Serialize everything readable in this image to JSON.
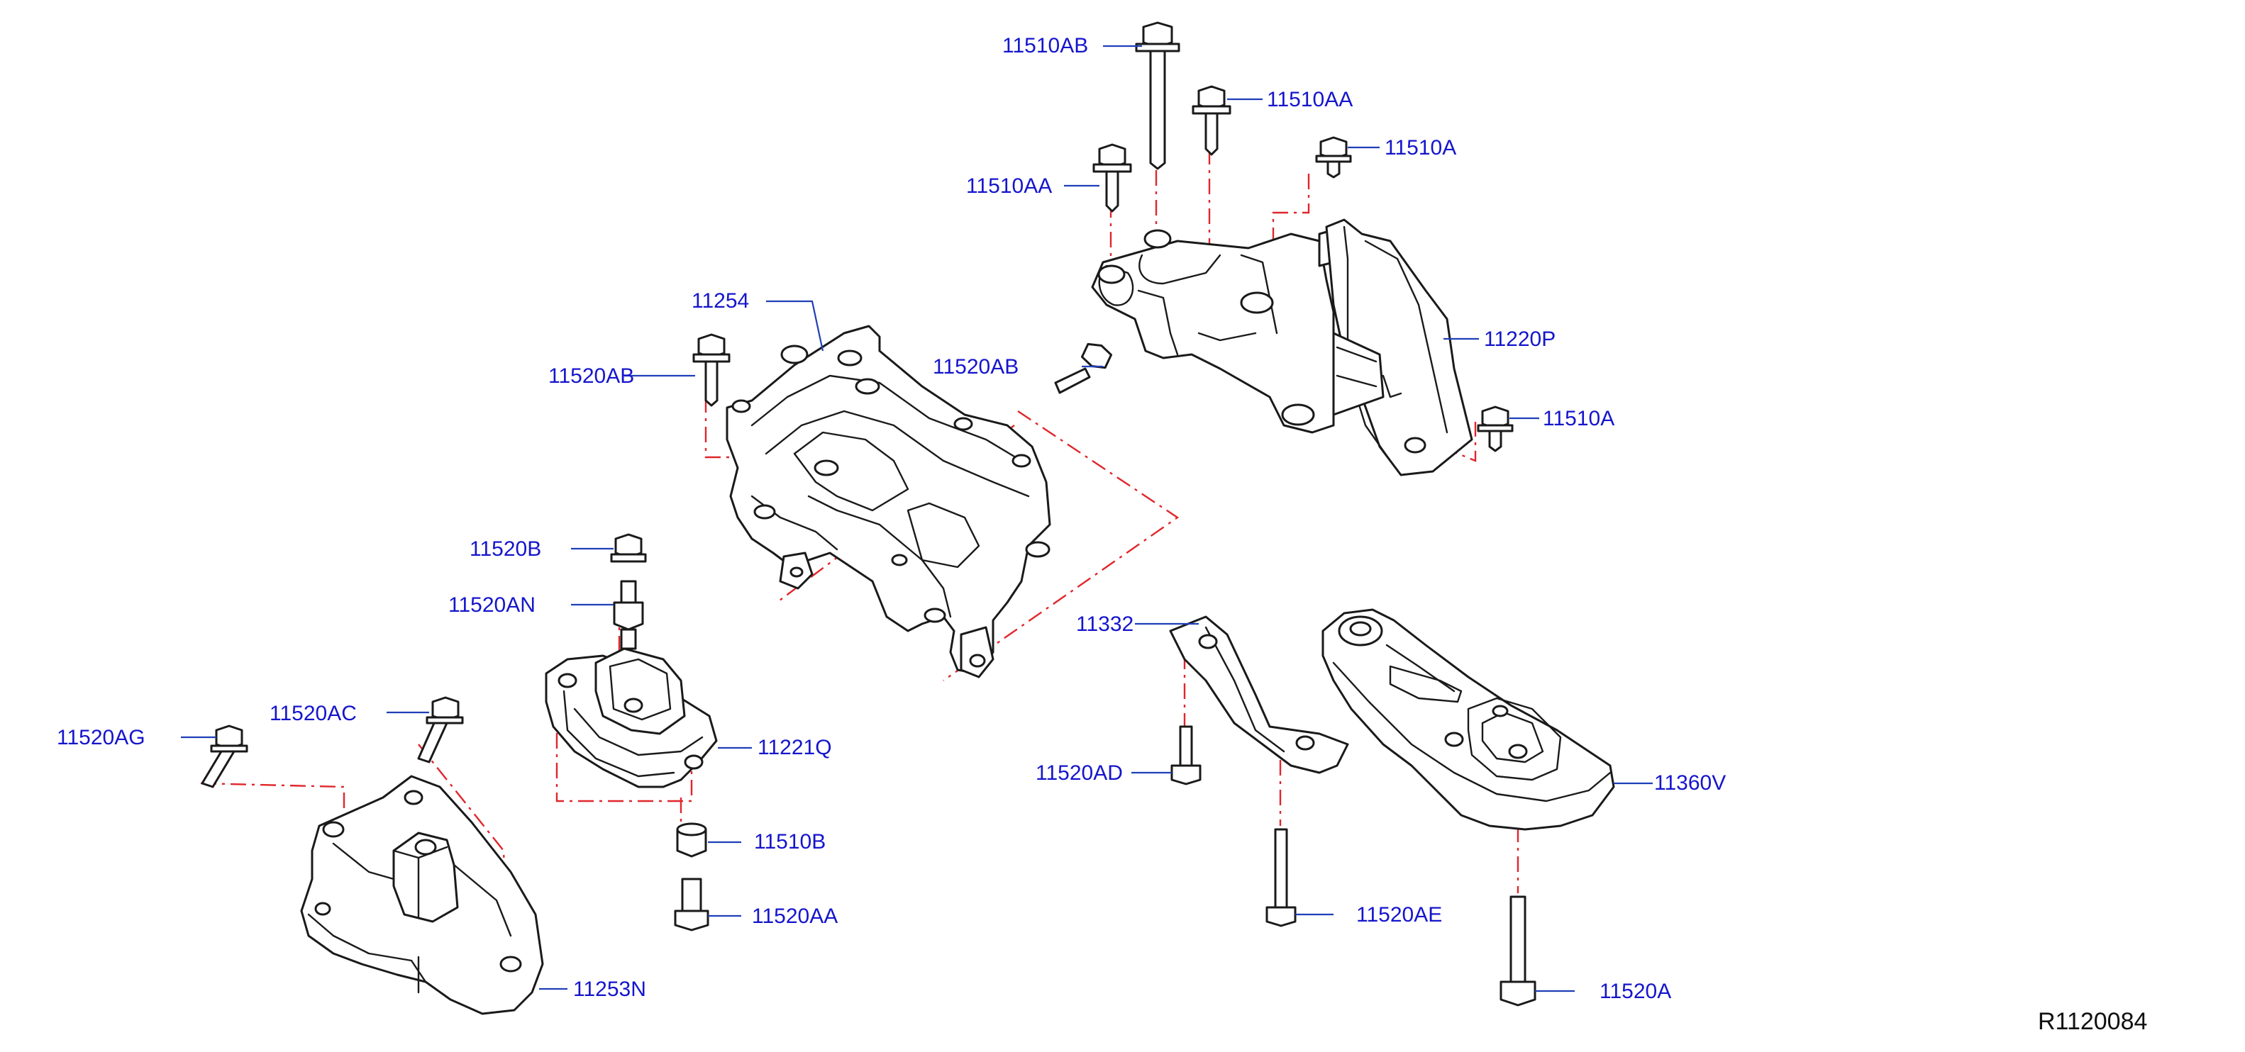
{
  "callouts": {
    "c11510AB": "11510AB",
    "c11510AA_a": "11510AA",
    "c11510AA_b": "11510AA",
    "c11510A_a": "11510A",
    "c11220P": "11220P",
    "c11510A_b": "11510A",
    "c11254": "11254",
    "c11520AB_a": "11520AB",
    "c11520AB_b": "11520AB",
    "c11520B": "11520B",
    "c11520AN": "11520AN",
    "c11332": "11332",
    "c11221Q": "11221Q",
    "c11520AG": "11520AG",
    "c11520AC": "11520AC",
    "c11510B": "11510B",
    "c11520AA": "11520AA",
    "c11520AD": "11520AD",
    "c11360V": "11360V",
    "c11520AE": "11520AE",
    "c11253N": "11253N",
    "c11520A": "11520A"
  },
  "diagram_ref": "R1120084",
  "colors": {
    "callout_text": "#1515cc",
    "leader_line": "#1f3fb8",
    "center_line": "#e0262b",
    "part_outline": "#1a1a1a"
  }
}
